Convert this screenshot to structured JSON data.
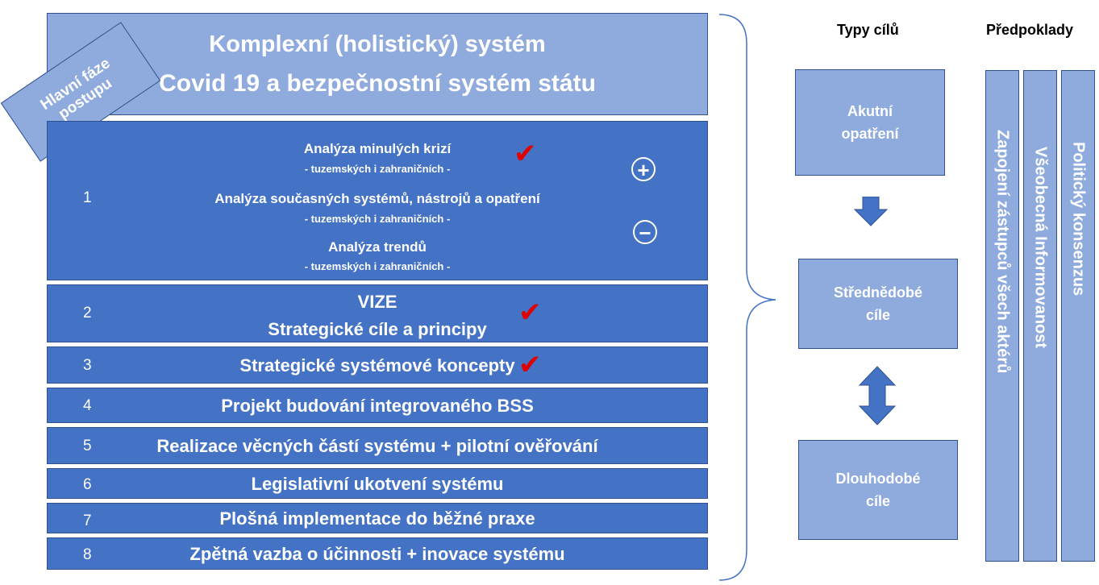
{
  "header": {
    "line1": "Komplexní (holistický) systém",
    "line2": "Covid 19 a bezpečnostní systém státu"
  },
  "phase_label": {
    "line1": "Hlavní fáze",
    "line2": "postupu"
  },
  "steps": [
    {
      "number": "1",
      "items": [
        {
          "title": "Analýza minulých krizí",
          "sub": "- tuzemských i zahraničních -"
        },
        {
          "title": "Analýza současných systémů, nástrojů a opatření",
          "sub": "- tuzemských i zahraničních -"
        },
        {
          "title": "Analýza trendů",
          "sub": "- tuzemských i zahraničních -"
        }
      ],
      "plus": "+",
      "minus": "−"
    },
    {
      "number": "2",
      "line1": "VIZE",
      "line2": "Strategické cíle a principy"
    },
    {
      "number": "3",
      "title": "Strategické systémové koncepty"
    },
    {
      "number": "4",
      "title": "Projekt budování integrovaného BSS"
    },
    {
      "number": "5",
      "title": "Realizace věcných částí systému + pilotní ověřování"
    },
    {
      "number": "6",
      "title": "Legislativní ukotvení systému"
    },
    {
      "number": "7",
      "title": "Plošná implementace do běžné praxe"
    },
    {
      "number": "8",
      "title": "Zpětná vazba o účinnosti + inovace systému"
    }
  ],
  "checkmark": "✔",
  "goal_types": {
    "heading": "Typy cílů",
    "boxes": [
      {
        "line1": "Akutní",
        "line2": "opatření"
      },
      {
        "line1": "Střednědobé",
        "line2": "cíle"
      },
      {
        "line1": "Dlouhodobé",
        "line2": "cíle"
      }
    ]
  },
  "prerequisites": {
    "heading": "Předpoklady",
    "items": [
      "Zapojení zástupců všech aktérů",
      "Všeobecná Informovanost",
      "Politický konsenzus"
    ]
  },
  "colors": {
    "dark_blue": "#4472C4",
    "light_blue": "#8FAADC",
    "border": "#2F528F",
    "check_red": "#E00000"
  }
}
